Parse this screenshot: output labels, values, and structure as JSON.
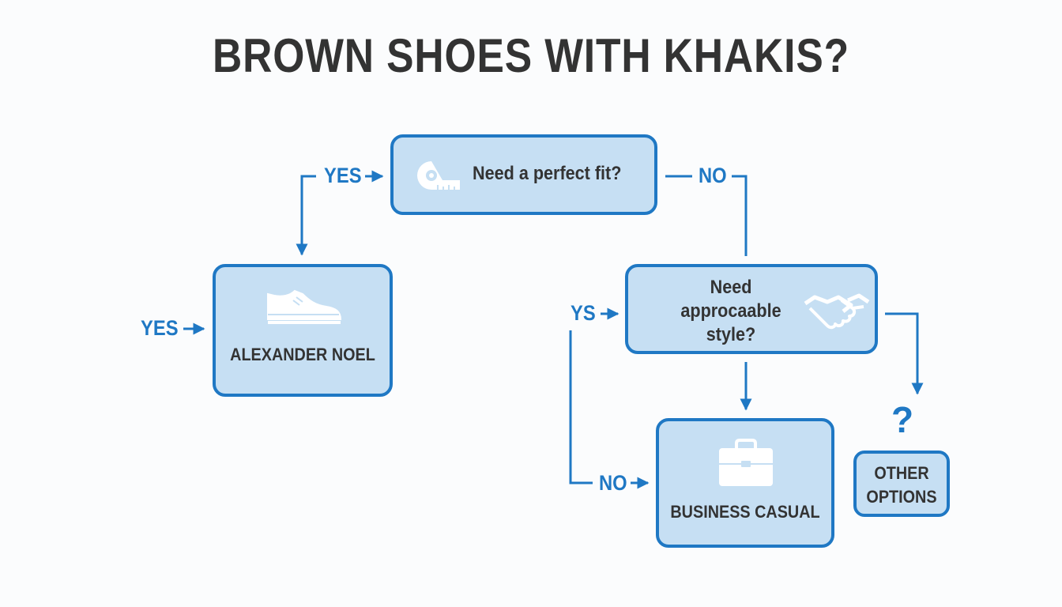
{
  "title": "BROWN SHOES WITH KHAKIS?",
  "nodes": {
    "fit": {
      "text": "Need a perfect fit?",
      "icon": "measuring-tape-icon"
    },
    "alexander": {
      "text": "ALEXANDER NOEL",
      "icon": "shoe-icon"
    },
    "approachable": {
      "line1": "Need",
      "line2": "approcaable",
      "line3": "style?",
      "icon": "handshake-icon"
    },
    "business": {
      "text": "BUSINESS CASUAL",
      "icon": "briefcase-icon"
    },
    "other": {
      "line1": "OTHER",
      "line2": "OPTIONS",
      "mark": "?"
    }
  },
  "edge_labels": {
    "fit_yes": "YES",
    "fit_no": "NO",
    "alexander_in": "YES",
    "approachable_yes": "YS",
    "approachable_no": "NO"
  },
  "colors": {
    "accent": "#1f78c4",
    "box_fill": "#c6dff3",
    "text": "#333333",
    "icon": "#ffffff"
  }
}
